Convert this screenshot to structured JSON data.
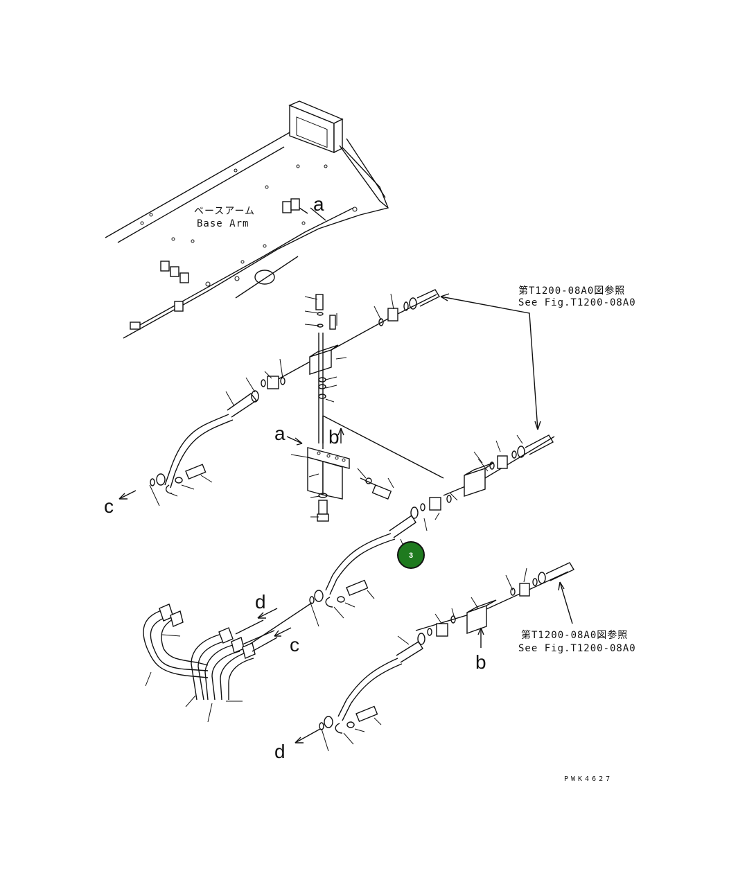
{
  "diagram": {
    "base_arm_label_jp": "ベースアーム",
    "base_arm_label_en": "Base Arm",
    "ref_top_jp": "第T1200-08A0図参照",
    "ref_top_en": "See Fig.T1200-08A0",
    "ref_bottom_jp": "第T1200-08A0図参照",
    "ref_bottom_en": "See Fig.T1200-08A0",
    "view_letters": {
      "a_top": "a",
      "a_mid": "a",
      "b_mid": "b",
      "b_low": "b",
      "c_left": "c",
      "c_mid": "c",
      "d_mid": "d",
      "d_bottom": "d"
    },
    "callout": {
      "number": "3",
      "color": "#1f7a1f"
    },
    "drawing_code": "PWK4627"
  }
}
